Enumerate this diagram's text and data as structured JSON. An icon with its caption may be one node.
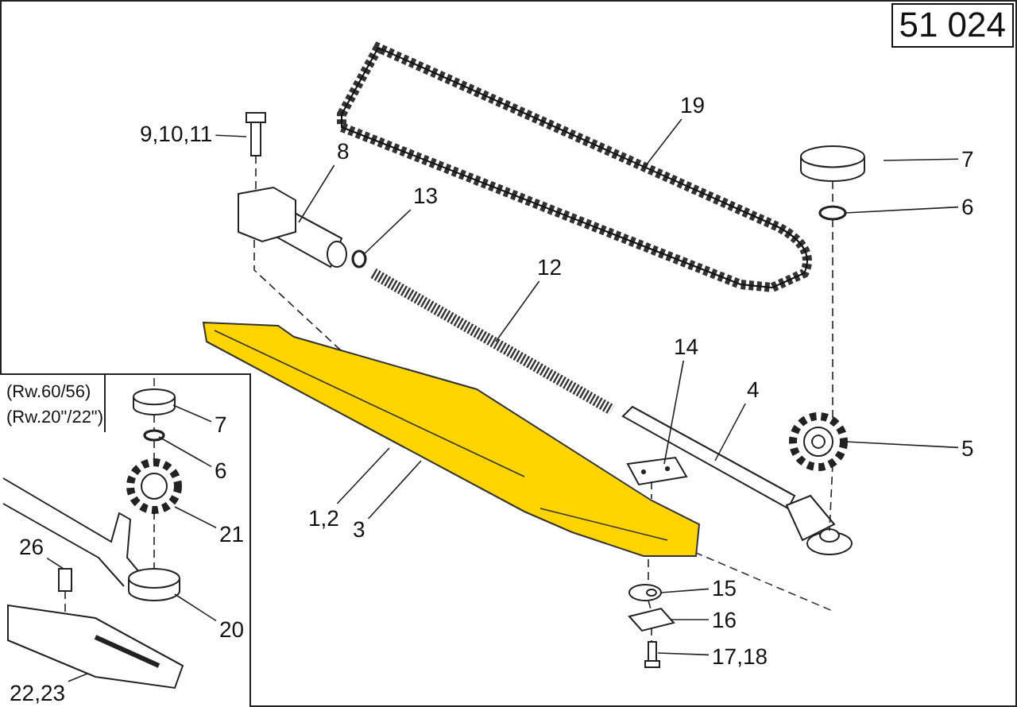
{
  "diagram": {
    "nodes": [
      {
        "text": [
          "51 024"
        ]
      },
      {
        "text": [
          "9,10,11"
        ]
      },
      {
        "text": [],
        "shape": "picture"
      },
      {
        "text": [
          "8"
        ]
      },
      {
        "text": [],
        "shape": "picture"
      },
      {
        "text": [
          "13"
        ]
      },
      {
        "text": [],
        "shape": "circle"
      },
      {
        "text": [
          "19"
        ]
      },
      {
        "text": [],
        "shape": "picture"
      },
      {
        "text": [
          "7"
        ]
      },
      {
        "text": [],
        "shape": "cylinder"
      },
      {
        "text": [
          "6"
        ]
      },
      {
        "text": [],
        "shape": "circle"
      },
      {
        "text": [
          "12"
        ]
      },
      {
        "text": [],
        "shape": "picture"
      },
      {
        "text": [
          "14"
        ]
      },
      {
        "text": [],
        "shape": "picture"
      },
      {
        "text": [
          "4"
        ]
      },
      {
        "text": [],
        "shape": "picture"
      },
      {
        "text": [
          "5"
        ]
      },
      {
        "text": [],
        "shape": "picture"
      },
      {
        "text": [
          "1,2"
        ]
      },
      {
        "text": [
          "3"
        ]
      },
      {
        "text": [],
        "shape": "picture"
      },
      {
        "text": [
          "15"
        ]
      },
      {
        "text": [],
        "shape": "picture"
      },
      {
        "text": [
          "16"
        ]
      },
      {
        "text": [],
        "shape": "picture"
      },
      {
        "text": [
          "17,18"
        ]
      },
      {
        "text": [],
        "shape": "picture"
      },
      {
        "text": [
          "(Rw.60/56)",
          "(Rw.20\"/22\")"
        ]
      },
      {
        "text": [
          "7"
        ],
        "in": 30
      },
      {
        "text": [],
        "shape": "cylinder",
        "in": 30
      },
      {
        "text": [
          "6"
        ],
        "in": 30
      },
      {
        "text": [],
        "shape": "circle",
        "in": 30
      },
      {
        "text": [
          "21"
        ],
        "in": 30
      },
      {
        "text": [],
        "shape": "picture",
        "in": 30
      },
      {
        "text": [
          "26"
        ],
        "in": 30
      },
      {
        "text": [],
        "shape": "box",
        "in": 30
      },
      {
        "text": [
          "20"
        ],
        "in": 30
      },
      {
        "text": [],
        "shape": "cylinder",
        "in": 30
      },
      {
        "text": [
          "22,23"
        ],
        "in": 30
      },
      {
        "text": [],
        "shape": "picture",
        "in": 30
      }
    ],
    "edges": [
      {
        "from": 1,
        "to": 2,
        "arrow": "none"
      },
      {
        "from": 3,
        "to": 4,
        "arrow": "none"
      },
      {
        "from": 5,
        "to": 6,
        "arrow": "none"
      },
      {
        "from": 7,
        "to": 8,
        "arrow": "none"
      },
      {
        "from": 9,
        "to": 10,
        "arrow": "none"
      },
      {
        "from": 11,
        "to": 12,
        "arrow": "none"
      },
      {
        "from": 13,
        "to": 14,
        "arrow": "none"
      },
      {
        "from": 15,
        "to": 16,
        "arrow": "none"
      },
      {
        "from": 17,
        "to": 18,
        "arrow": "none"
      },
      {
        "from": 19,
        "to": 20,
        "arrow": "none"
      },
      {
        "from": 21,
        "to": 23,
        "arrow": "none"
      },
      {
        "from": 22,
        "to": 23,
        "arrow": "none"
      },
      {
        "from": 24,
        "to": 25,
        "arrow": "none"
      },
      {
        "from": 26,
        "to": 27,
        "arrow": "none"
      },
      {
        "from": 28,
        "to": 29,
        "arrow": "none"
      },
      {
        "from": 31,
        "to": 32,
        "arrow": "none"
      },
      {
        "from": 33,
        "to": 34,
        "arrow": "none"
      },
      {
        "from": 35,
        "to": 36,
        "arrow": "none"
      },
      {
        "from": 37,
        "to": 38,
        "arrow": "none"
      },
      {
        "from": 39,
        "to": 40,
        "arrow": "none"
      },
      {
        "from": 41,
        "to": 42,
        "arrow": "none"
      },
      {
        "from": 2,
        "to": 4,
        "arrow": "none",
        "style": "dashed"
      },
      {
        "from": 4,
        "to": 23,
        "arrow": "none",
        "style": "dashed"
      },
      {
        "from": 10,
        "to": 12,
        "arrow": "none",
        "style": "dashed"
      },
      {
        "from": 12,
        "to": 20,
        "arrow": "none",
        "style": "dashed"
      },
      {
        "from": 20,
        "to": 18,
        "arrow": "none",
        "style": "dashed"
      },
      {
        "from": 16,
        "to": 23,
        "arrow": "none",
        "style": "dashed"
      },
      {
        "from": 23,
        "to": 25,
        "arrow": "none",
        "style": "dashed"
      },
      {
        "from": 25,
        "to": 27,
        "arrow": "none",
        "style": "dashed"
      },
      {
        "from": 27,
        "to": 29,
        "arrow": "none",
        "style": "dashed"
      },
      {
        "from": 32,
        "to": 34,
        "arrow": "none",
        "style": "dashed"
      },
      {
        "from": 34,
        "to": 36,
        "arrow": "none",
        "style": "dashed"
      },
      {
        "from": 36,
        "to": 40,
        "arrow": "none",
        "style": "dashed"
      },
      {
        "from": 38,
        "to": 42,
        "arrow": "none",
        "style": "dashed"
      }
    ]
  }
}
